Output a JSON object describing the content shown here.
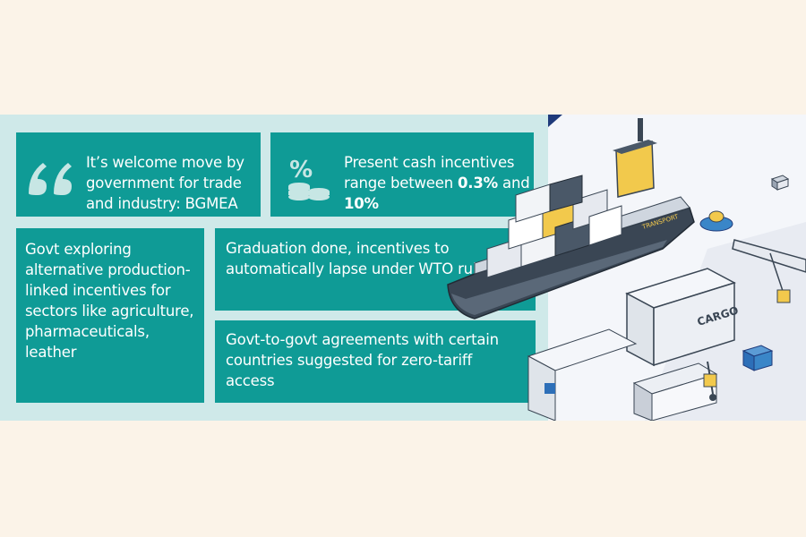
{
  "cards": {
    "c1": {
      "text": "It’s welcome move by government for trade and industry: BGMEA"
    },
    "c2": {
      "text_before": "Present cash incentives range between ",
      "bold1": "0.3%",
      "mid": " and ",
      "bold2": "10%"
    },
    "c3": {
      "text": "Govt exploring alternative production-linked incentives for sectors like agriculture, pharmaceuticals, leather"
    },
    "c4": {
      "text": "Graduation done, incentives to automatically lapse under WTO rules"
    },
    "c5": {
      "text": "Govt-to-govt agreements with certain countries suggested for zero-tariff access"
    }
  },
  "illustration": {
    "ship_label": "TRANSPORT",
    "container_label": "CARGO"
  },
  "colors": {
    "page_bg": "#fbf3e8",
    "banner_bg": "#cfe9e9",
    "card_bg": "#0f9b96",
    "card_text": "#ffffff",
    "icon_light": "#c7e6e4",
    "ship_hull": "#3a4654",
    "container_yellow": "#f2c94c"
  }
}
